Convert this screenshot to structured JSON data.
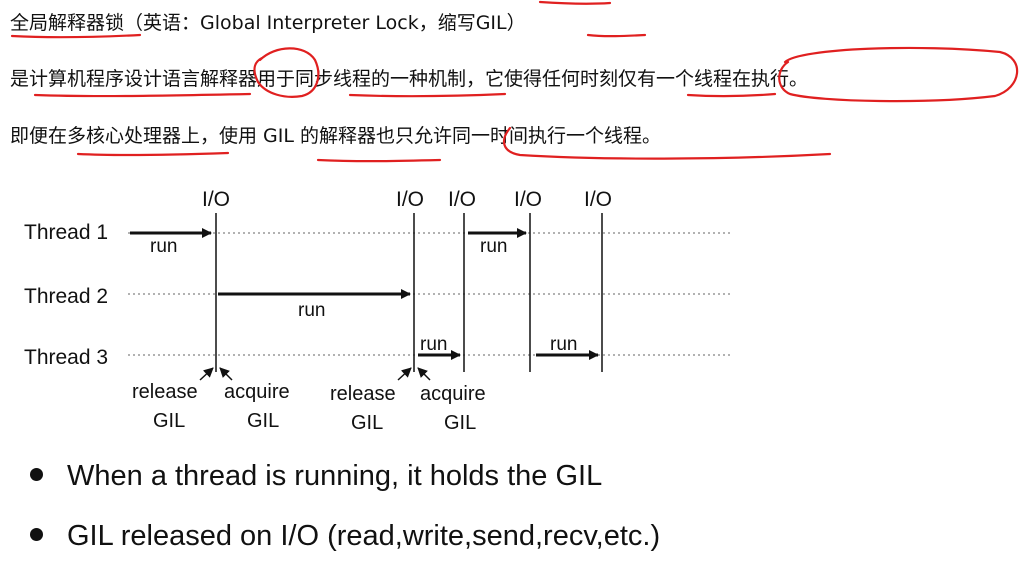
{
  "text": {
    "line1": "全局解释器锁（英语：Global Interpreter Lock，缩写GIL）",
    "line2": "是计算机程序设计语言解释器用于同步线程的一种机制，它使得任何时刻仅有一个线程在执行。",
    "line3": "即便在多核心处理器上，使用 GIL 的解释器也只允许同一时间执行一个线程。"
  },
  "diagram": {
    "threads": [
      "Thread 1",
      "Thread 2",
      "Thread 3"
    ],
    "io_label": "I/O",
    "run_label": "run",
    "release_label": "release",
    "acquire_label": "acquire",
    "gil_label": "GIL"
  },
  "bullets": [
    "When a thread is running, it holds the GIL",
    "GIL released on I/O (read,write,send,recv,etc.)"
  ],
  "colors": {
    "annotation": "#e02020",
    "text": "#111111"
  }
}
